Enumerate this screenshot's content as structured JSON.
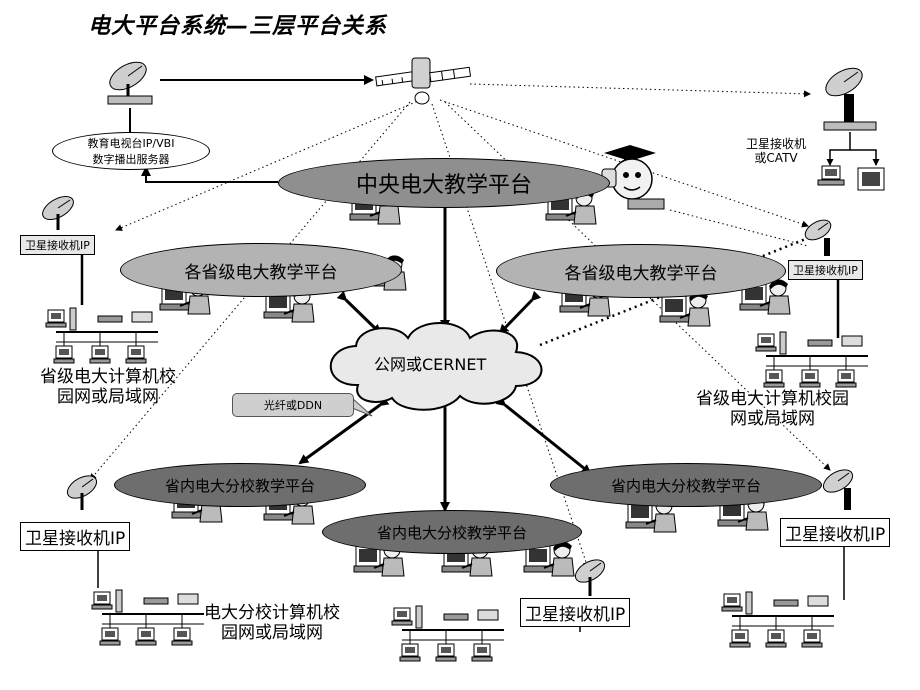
{
  "title": "电大平台系统—三层平台关系",
  "server_label_line1": "教育电视台IP/VBI",
  "server_label_line2": "数字播出服务器",
  "receiver_catv_line1": "卫星接收机",
  "receiver_catv_line2": "或CATV",
  "receiver_ip_label": "卫星接收机IP",
  "central_platform": "中央电大教学平台",
  "provincial_platform": "各省级电大教学平台",
  "branch_platform": "省内电大分校教学平台",
  "network_cloud": "公网或CERNET",
  "link_note": "光纤或DDN",
  "prov_lan_left_line1": "省级电大计算机校",
  "prov_lan_left_line2": "园网或局域网",
  "prov_lan_right_line1": "省级电大计算机校园",
  "prov_lan_right_line2": "网或局域网",
  "branch_lan_line1": "电大分校计算机校",
  "branch_lan_line2": "园网或局域网",
  "colors": {
    "platform_fill": "#8f8f8f",
    "provincial_fill": "#b3b3b3",
    "branch_fill": "#6e6e6e",
    "cloud_fill": "#e9e9e9"
  }
}
